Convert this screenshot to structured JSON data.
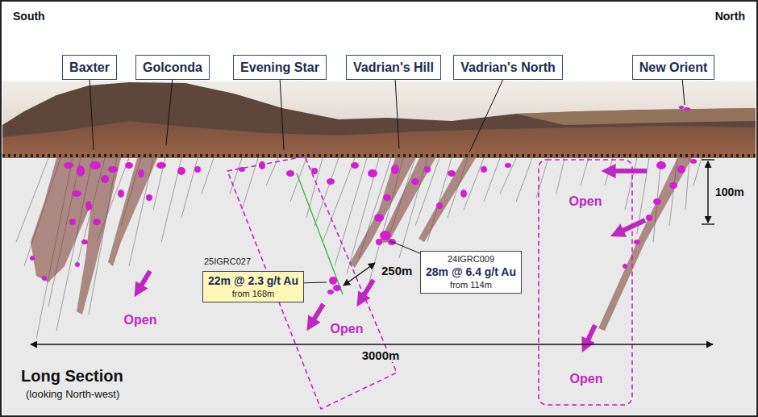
{
  "diagram": {
    "nodes": [
      {
        "text": [
          "Baxter"
        ]
      },
      {
        "text": [
          "Golconda"
        ]
      },
      {
        "text": [
          "Evening Star"
        ]
      },
      {
        "text": [
          "Vadrian's Hill"
        ]
      },
      {
        "text": [
          "Vadrian's North"
        ]
      },
      {
        "text": [
          "New Orient"
        ]
      },
      {
        "text": [
          "25IGRC027",
          "22m @ 2.3 g/t Au",
          "from 168m"
        ]
      },
      {
        "text": [
          "24IGRC009",
          "28m @ 6.4 g/t Au",
          "from 114m"
        ]
      }
    ],
    "labels": [
      "South",
      "North",
      "Open",
      "Open",
      "Open",
      "Open",
      "100m",
      "250m",
      "3000m",
      "Long Section",
      "(looking North-west)"
    ]
  }
}
